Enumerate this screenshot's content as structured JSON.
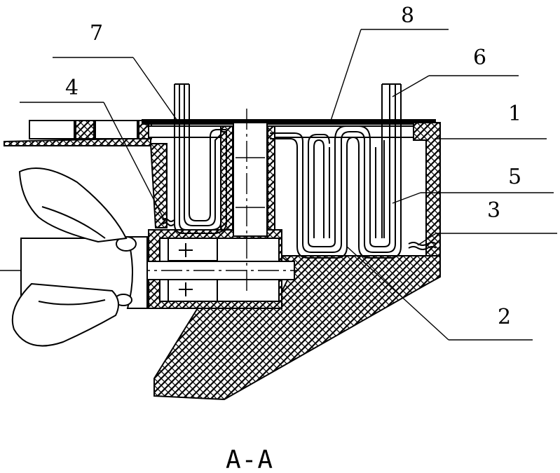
{
  "labels": {
    "l1": "1",
    "l2": "2",
    "l3": "3",
    "l4": "4",
    "l5": "5",
    "l6": "6",
    "l7": "7",
    "l8": "8"
  },
  "caption": "A-A"
}
